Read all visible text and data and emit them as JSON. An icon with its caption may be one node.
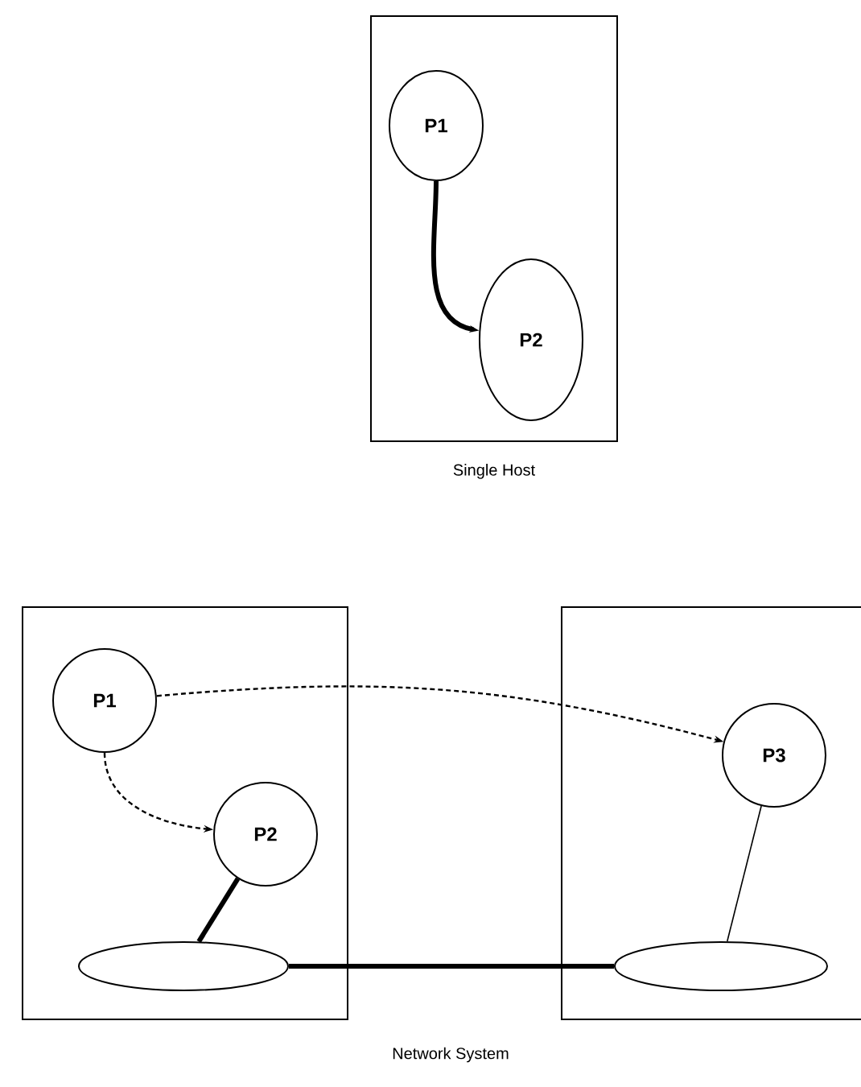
{
  "diagram": {
    "nodes": [
      {
        "text": [],
        "shape": "box",
        "beside": [
          "Single Host"
        ]
      },
      {
        "text": [
          "P1"
        ],
        "in": 0
      },
      {
        "text": [
          "P2"
        ],
        "in": 0
      },
      {
        "text": [],
        "shape": "box"
      },
      {
        "text": [
          "P1"
        ],
        "in": 3
      },
      {
        "text": [
          "P2"
        ],
        "in": 3
      },
      {
        "text": [],
        "shape": "ellipse",
        "in": 3
      },
      {
        "text": [],
        "shape": "box"
      },
      {
        "text": [
          "P3"
        ],
        "in": 7
      },
      {
        "text": [],
        "shape": "ellipse",
        "in": 7
      }
    ],
    "edges": [
      {
        "from": 1,
        "to": 2,
        "arrow": "to",
        "style": "thick"
      },
      {
        "from": 4,
        "to": 5,
        "arrow": "to",
        "style": "dashed"
      },
      {
        "from": 4,
        "to": 8,
        "arrow": "to",
        "style": "dashed"
      },
      {
        "from": 5,
        "to": 6,
        "arrow": "none",
        "style": "thick"
      },
      {
        "from": 6,
        "to": 9,
        "arrow": "none",
        "style": "thick"
      },
      {
        "from": 8,
        "to": 9,
        "arrow": "none"
      }
    ],
    "labels": [
      "Network System"
    ]
  }
}
